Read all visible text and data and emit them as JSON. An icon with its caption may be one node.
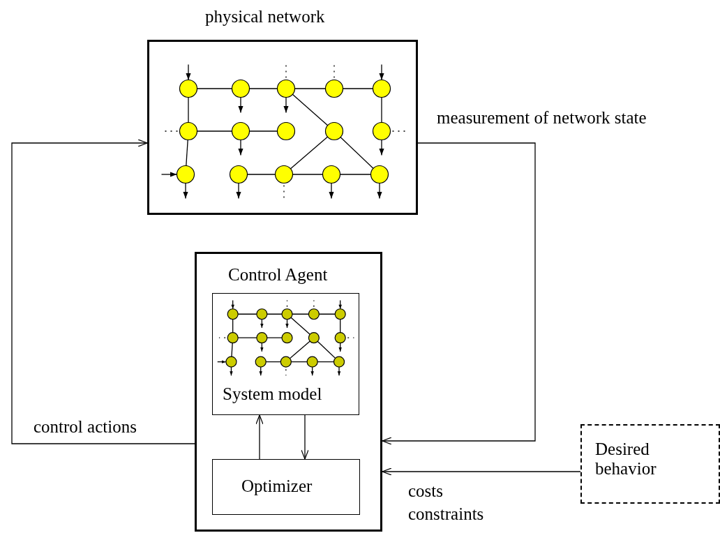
{
  "diagram": {
    "nodes": [
      {
        "text": [
          "physical network"
        ]
      },
      {
        "text": [
          "Control Agent"
        ]
      },
      {
        "text": [
          "System model"
        ],
        "in": 1
      },
      {
        "text": [
          "Optimizer"
        ],
        "in": 1
      },
      {
        "text": [
          "Desired behavior"
        ]
      }
    ],
    "edges": [
      {
        "from": 1,
        "to": 0,
        "arrow": "to",
        "label": "control actions"
      },
      {
        "from": 0,
        "to": 1,
        "arrow": "to",
        "label": "measurement of network state"
      },
      {
        "from": 3,
        "to": 2,
        "arrow": "to"
      },
      {
        "from": 2,
        "to": 3,
        "arrow": "to"
      },
      {
        "from": 4,
        "to": 1,
        "arrow": "to",
        "label": "costs constraints"
      }
    ]
  }
}
